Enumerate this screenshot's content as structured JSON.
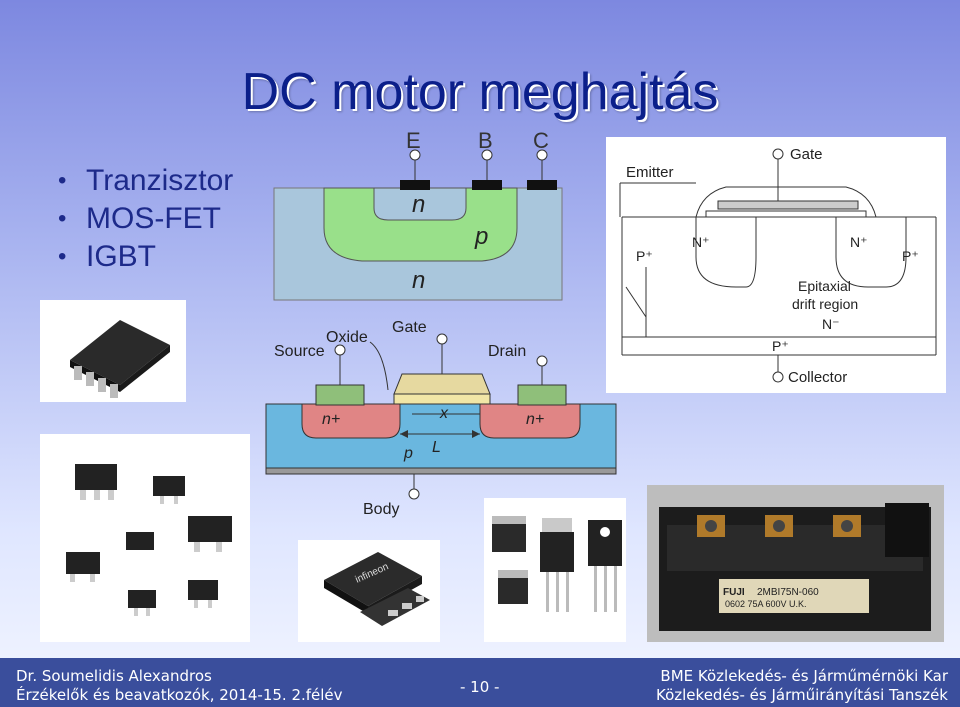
{
  "title": "DC motor meghajtás",
  "bullets": [
    "Tranzisztor",
    "MOS-FET",
    "IGBT"
  ],
  "bjt": {
    "E": "E",
    "B": "B",
    "C": "C",
    "n_top": "n",
    "p": "p",
    "n_bottom": "n"
  },
  "mosfet": {
    "oxide": "Oxide",
    "gate": "Gate",
    "source": "Source",
    "drain": "Drain",
    "n_left": "n+",
    "n_right": "n+",
    "x": "x",
    "p": "p",
    "L": "L",
    "body": "Body"
  },
  "igbt": {
    "emitter": "Emitter",
    "gate": "Gate",
    "p_left": "P⁺",
    "n_left": "N⁺",
    "n_right": "N⁺",
    "p_right": "P⁺",
    "epi_1": "Epitaxial",
    "epi_2": "drift region",
    "n_minus": "N⁻",
    "p_bottom": "P⁺",
    "collector": "Collector"
  },
  "chip_label": "infineon",
  "module_label_1": "2MBI75N-060",
  "module_label_2": "0602  75A 600V  U.K.",
  "module_brand": "FUJI",
  "footer": {
    "left_1": "Dr. Soumelidis Alexandros",
    "left_2": "Érzékelők és beavatkozók, 2014-15. 2.félév",
    "center": "- 10 -",
    "right_1": "BME Közlekedés- és Járműmérnöki Kar",
    "right_2": "Közlekedés- és Járműirányítási Tanszék"
  }
}
